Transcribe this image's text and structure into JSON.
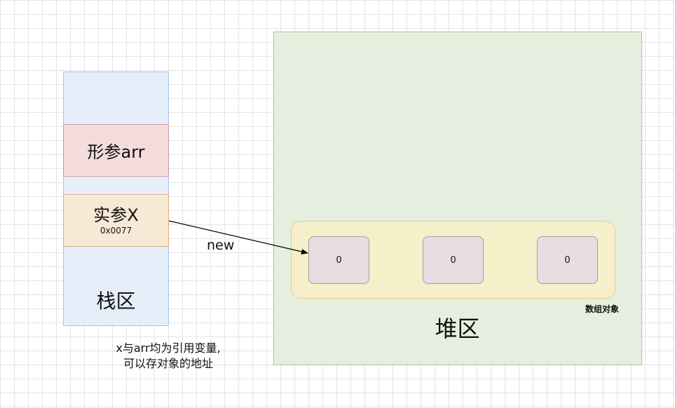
{
  "stack": {
    "param_label": "形参arr",
    "arg_label": "实参X",
    "arg_address": "0x0077",
    "region_label": "栈区"
  },
  "pointer": {
    "label": "new"
  },
  "heap": {
    "region_label": "堆区",
    "array_label": "数组对象",
    "cells": [
      "0",
      "0",
      "0"
    ]
  },
  "note": {
    "line1": "x与arr均为引用变量,",
    "line2": "可以存对象的地址"
  },
  "colors": {
    "stack_fill": "#e6eefa",
    "param_fill": "#f4dcdc",
    "arg_fill": "#f8e8d6",
    "heap_fill": "#e6efdf",
    "array_fill": "#f5efca",
    "cell_fill": "#e9dde4"
  }
}
